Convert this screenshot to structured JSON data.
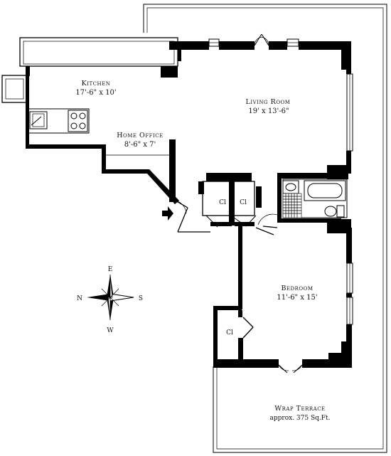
{
  "rooms": {
    "kitchen": {
      "name": "Kitchen",
      "size": "17'-6\" x 10'"
    },
    "living": {
      "name": "Living Room",
      "size": "19' x 13'-6\""
    },
    "office": {
      "name": "Home Office",
      "size": "8'-6\" x 7'"
    },
    "bedroom": {
      "name": "Bedroom",
      "size": "11'-6\" x 15'"
    },
    "terrace": {
      "name": "Wrap Terrace",
      "size": "approx. 375 Sq.Ft."
    }
  },
  "closets": {
    "label": "Cl"
  },
  "compass": {
    "east": "E",
    "west": "W",
    "north": "N",
    "south": "S"
  }
}
